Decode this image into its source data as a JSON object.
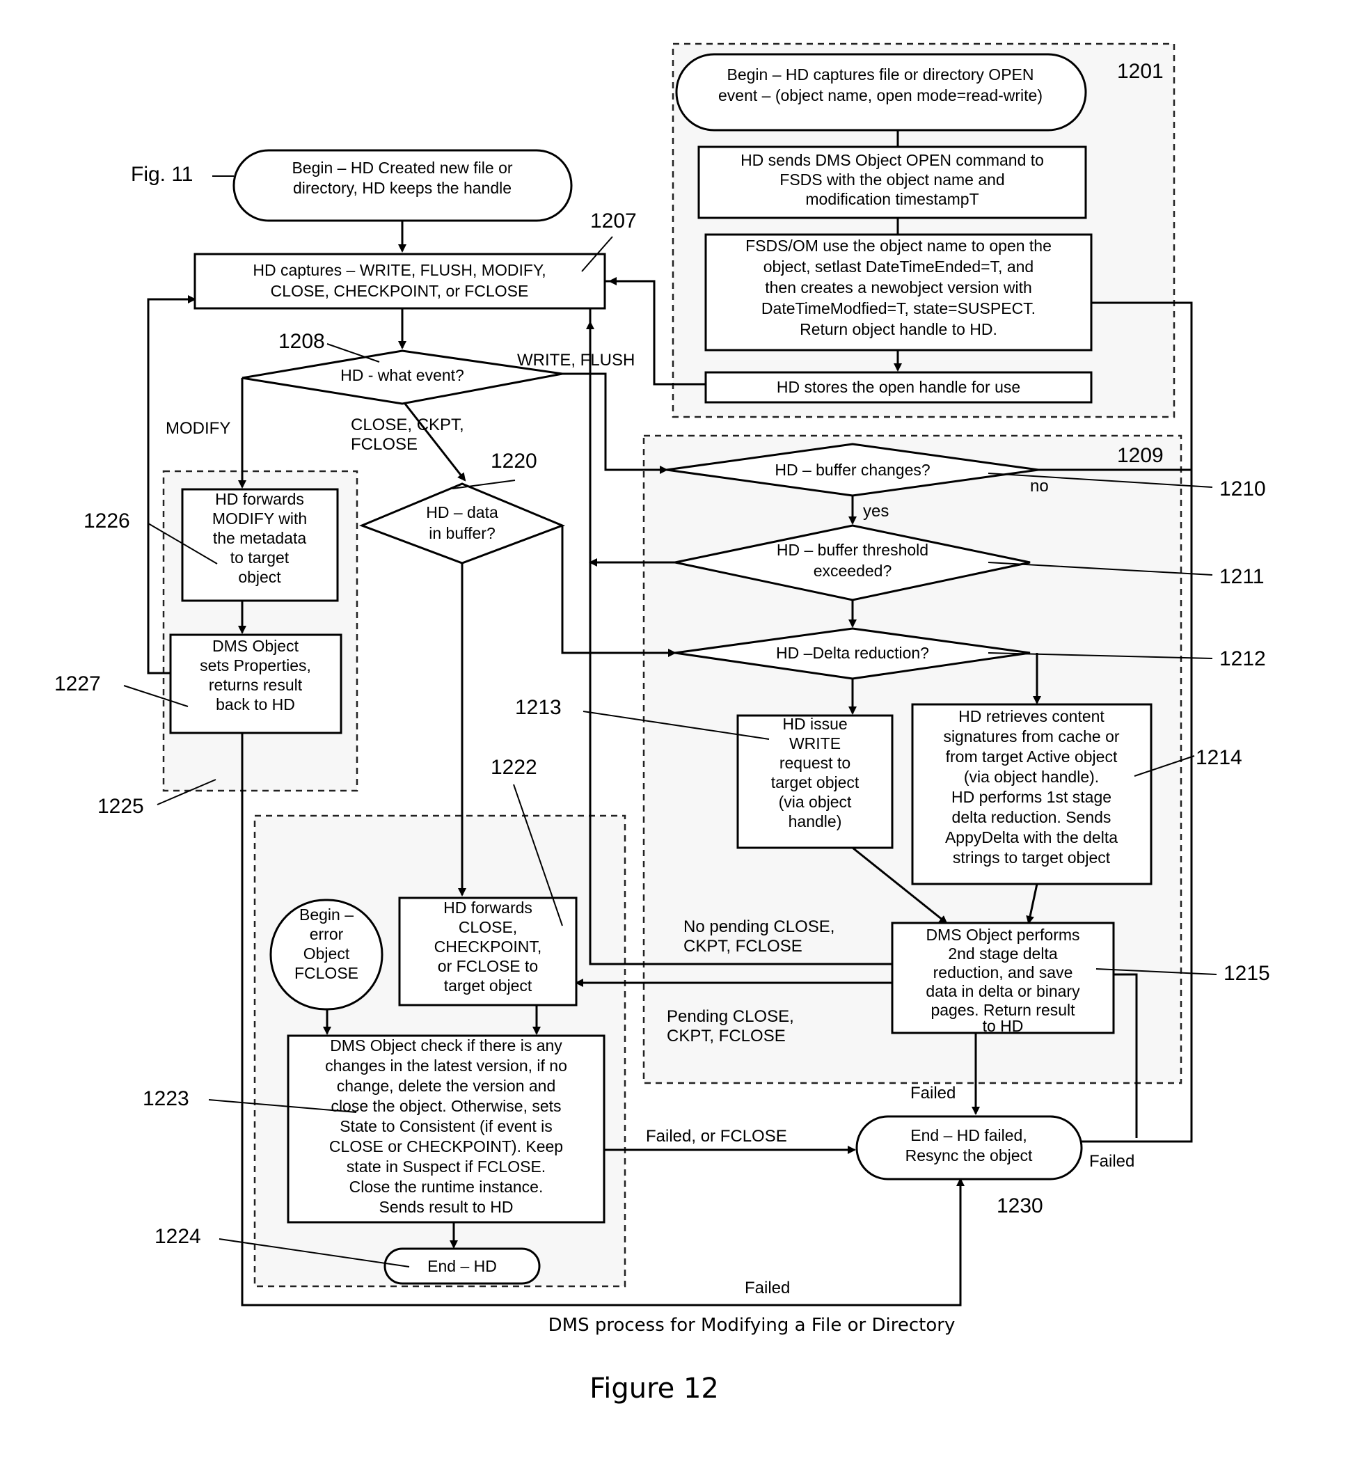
{
  "caption": "DMS process for Modifying a File or Directory",
  "figure_label": "Figure 12",
  "fig11_label": "Fig. 11",
  "nodes": {
    "begin_1201": [
      "Begin – HD captures file or directory OPEN",
      "event – (object name, open mode=read-write)"
    ],
    "open_cmd": [
      "HD sends DMS Object OPEN command to",
      "FSDS with the object name and",
      "modification timestampT"
    ],
    "fsds_om": [
      "FSDS/OM use the object name to open the",
      "object, setlast DateTimeEnded=T, and",
      "then creates a newobject version with",
      "DateTimeModfied=T, state=SUSPECT.",
      "Return object handle to HD."
    ],
    "store_handle": [
      "HD stores the open handle for use"
    ],
    "begin_fig11": [
      "Begin – HD Created new file or",
      "directory, HD keeps the handle"
    ],
    "captures_1207": [
      "HD captures – WRITE, FLUSH, MODIFY,",
      "CLOSE, CHECKPOINT, or FCLOSE"
    ],
    "what_event": [
      "HD - what event?"
    ],
    "modify_fwd": [
      "HD forwards",
      "MODIFY with",
      "the metadata",
      "to target",
      "object"
    ],
    "dms_sets": [
      "DMS Object",
      "sets Properties,",
      "returns result",
      "back to HD"
    ],
    "data_buffer": [
      "HD – data",
      "in buffer?"
    ],
    "buffer_changes": [
      "HD – buffer changes?"
    ],
    "buffer_threshold": [
      "HD – buffer threshold",
      "exceeded?"
    ],
    "delta_reduction": [
      "HD –Delta reduction?"
    ],
    "issue_write": [
      "HD issue",
      "WRITE",
      "request to",
      "target object",
      "(via object",
      "handle)"
    ],
    "retrieves_sig": [
      "HD retrieves content",
      "signatures from cache or",
      "from target Active object",
      "(via object handle).",
      "HD performs 1st stage",
      "delta reduction.  Sends",
      "AppyDelta with the delta",
      "strings to target object"
    ],
    "begin_error": [
      "Begin –",
      "error",
      "Object",
      "FCLOSE"
    ],
    "forward_close": [
      "HD forwards",
      "CLOSE,",
      "CHECKPOINT,",
      "or FCLOSE to",
      "target object"
    ],
    "dms_2nd": [
      "DMS Object performs",
      "2nd stage delta",
      "reduction, and save",
      "data in delta or binary",
      "pages.  Return result",
      "to HD"
    ],
    "dms_check": [
      "DMS Object check if there is any",
      "changes in the latest version, if no",
      "change, delete the version and",
      "close the object.  Otherwise, sets",
      "State to Consistent (if event is",
      "CLOSE or CHECKPOINT).  Keep",
      "state in Suspect if FCLOSE.",
      "Close the runtime instance.",
      "Sends result to HD"
    ],
    "end_hd": [
      "End – HD"
    ],
    "end_failed": [
      "End – HD failed,",
      "Resync the object"
    ]
  },
  "edge_labels": {
    "write_flush": "WRITE, FLUSH",
    "modify": "MODIFY",
    "close_ckpt": [
      "CLOSE, CKPT,",
      "FCLOSE"
    ],
    "no": "no",
    "yes": "yes",
    "no_pending": [
      "No pending CLOSE,",
      "CKPT, FCLOSE"
    ],
    "pending": [
      "Pending CLOSE,",
      "CKPT, FCLOSE"
    ],
    "failed_top": "Failed",
    "failed_right": "Failed",
    "failed_bottom": "Failed",
    "failed_fclose": "Failed, or FCLOSE"
  },
  "refs": {
    "r1201": "1201",
    "r1207": "1207",
    "r1208": "1208",
    "r1209": "1209",
    "r1210": "1210",
    "r1211": "1211",
    "r1212": "1212",
    "r1213": "1213",
    "r1214": "1214",
    "r1215": "1215",
    "r1220": "1220",
    "r1222": "1222",
    "r1223": "1223",
    "r1224": "1224",
    "r1225": "1225",
    "r1226": "1226",
    "r1227": "1227",
    "r1230": "1230"
  }
}
